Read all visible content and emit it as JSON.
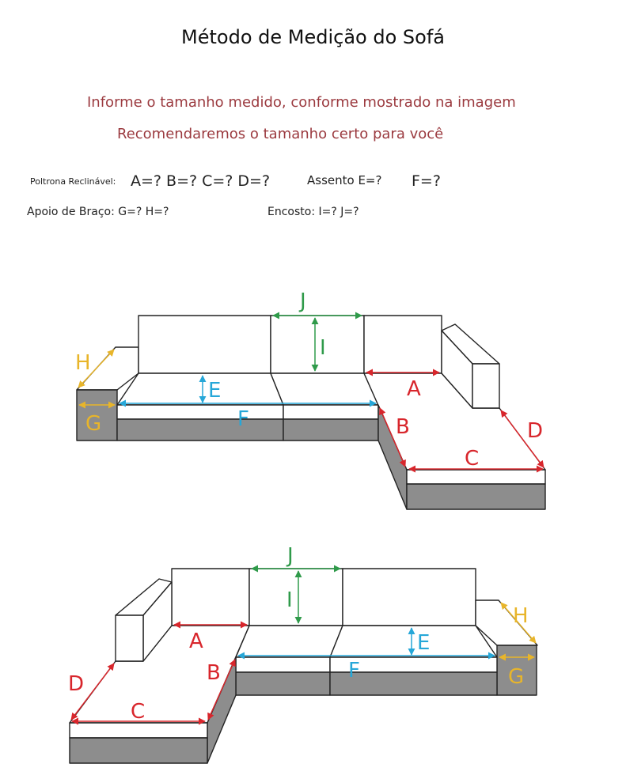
{
  "title": "Método de Medição do Sofá",
  "subtitle_1": "Informe o tamanho medido, conforme mostrado na imagem",
  "subtitle_2": "Recomendaremos o tamanho certo para você",
  "recliner_label": "Poltrona Reclinável:",
  "recliner_values": "A=?  B=?  C=?  D=?",
  "seat_label": "Assento E=?",
  "seat_f": "F=?",
  "armrest": "Apoio de Braço: G=? H=?",
  "backrest": "Encosto: I=? J=?",
  "dimension_letters": {
    "A": "A",
    "B": "B",
    "C": "C",
    "D": "D",
    "E": "E",
    "F": "F",
    "G": "G",
    "H": "H",
    "I": "I",
    "J": "J"
  },
  "colors": {
    "red": "#d8262c",
    "blue": "#26a7d8",
    "green": "#2f9a4a",
    "yellow": "#e8b52a",
    "grey_block": "#8d8d8d",
    "title_red": "#9b3a3f"
  }
}
